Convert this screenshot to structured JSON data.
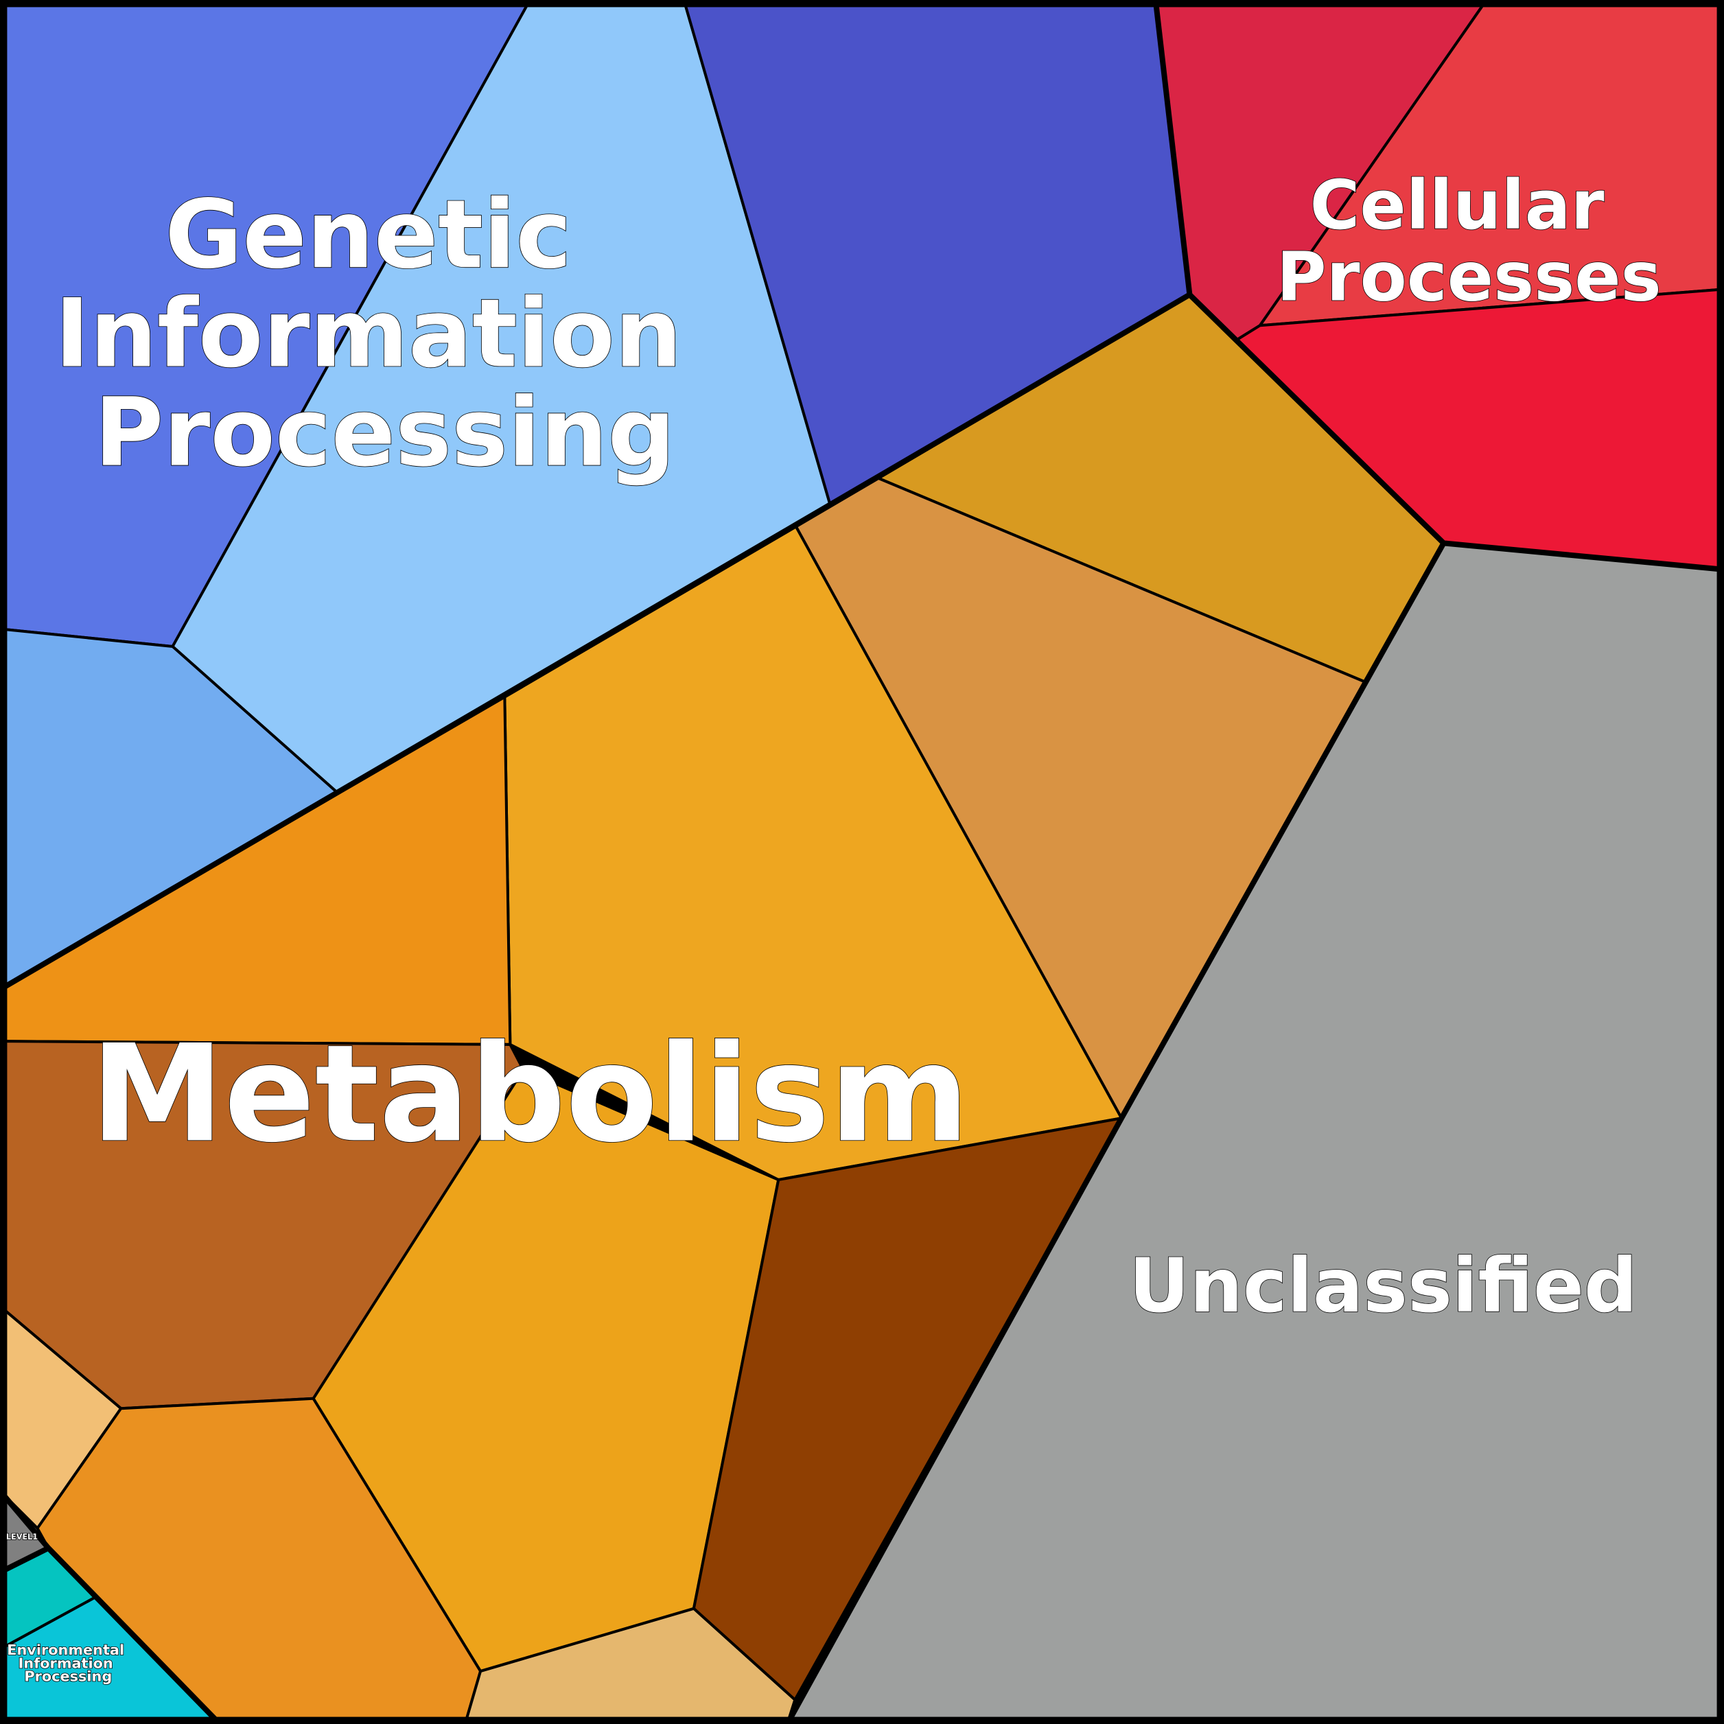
{
  "title": "Voronoi treemap of functional categories",
  "groups": {
    "genetic": {
      "lines": [
        "Genetic",
        "Information",
        "Processing"
      ],
      "color": "#5B76E6"
    },
    "cellular": {
      "lines": [
        "Cellular",
        "Processes"
      ],
      "color": "#E83C44"
    },
    "metabolism": {
      "label": "Metabolism",
      "color": "#EEA620"
    },
    "unclassified": {
      "label": "Unclassified",
      "color": "#9EA09F"
    },
    "environmental": {
      "lines": [
        "Environmental",
        "Information",
        "Processing"
      ],
      "color": "#0AC5D8"
    },
    "level1": {
      "label": "LEVEL1",
      "color": "#808080"
    }
  }
}
